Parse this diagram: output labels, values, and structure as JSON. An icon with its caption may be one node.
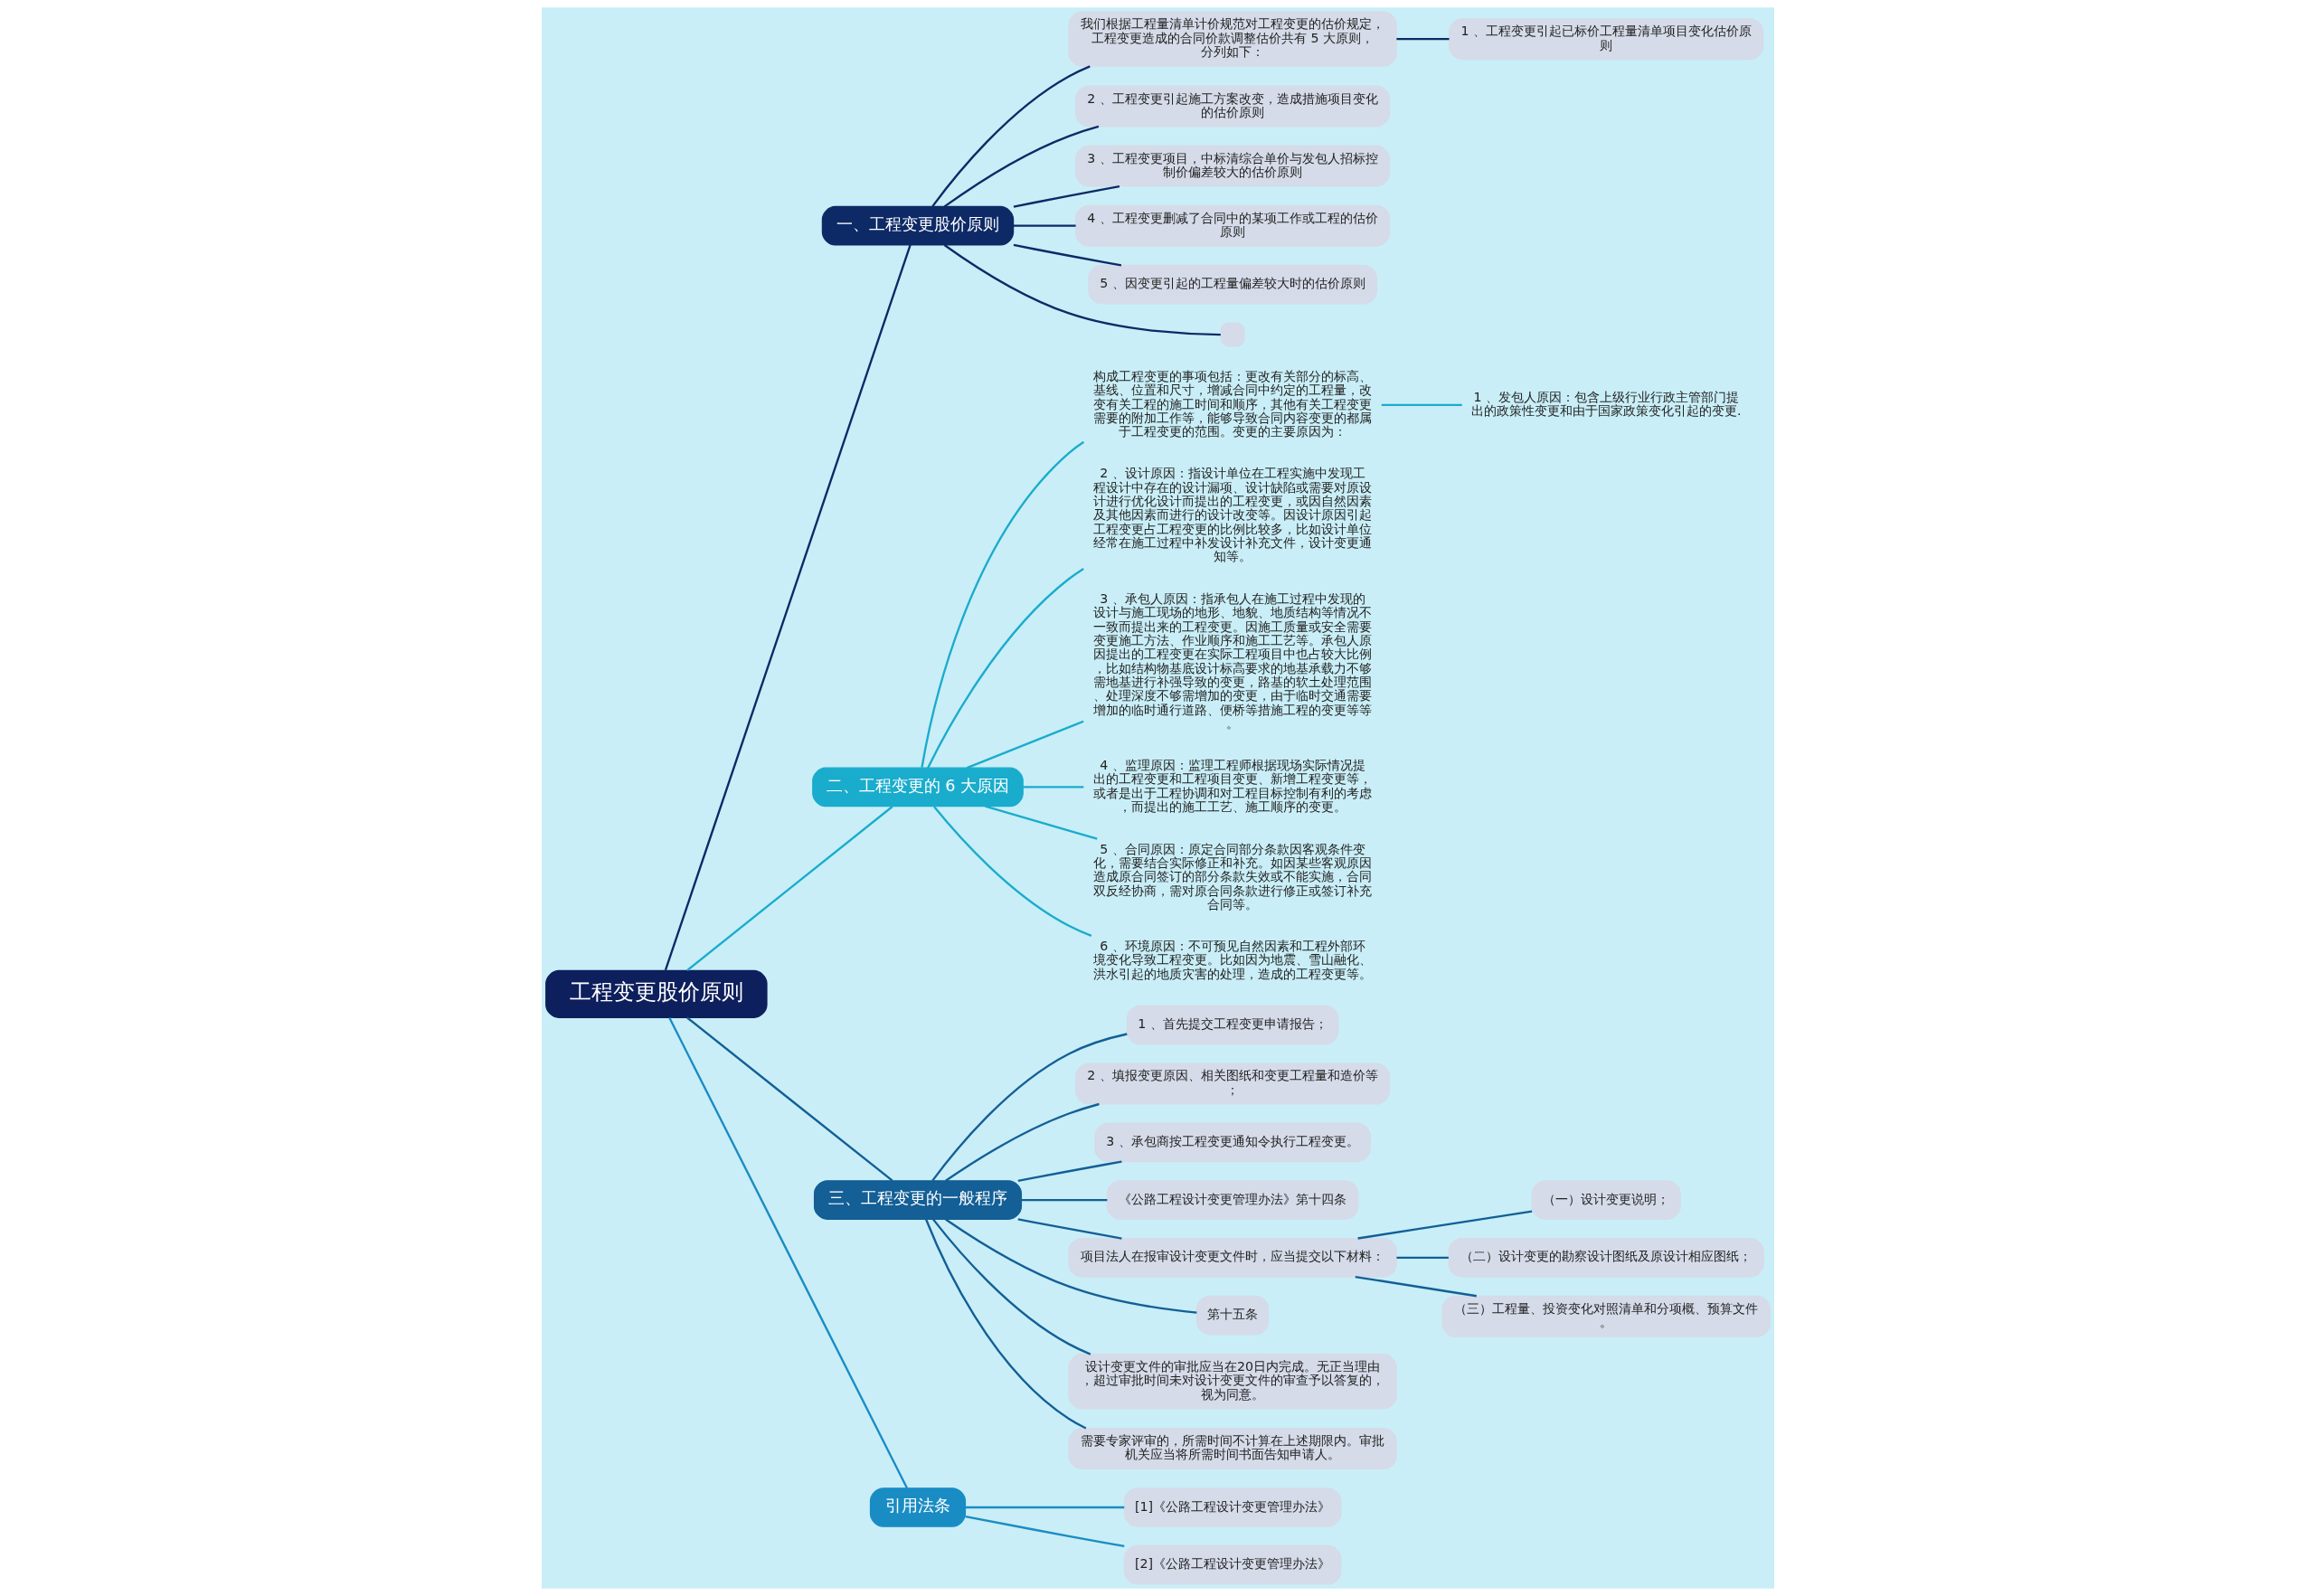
{
  "diagram": {
    "nodes": [
      {
        "text": [
          "工程变更股价原则"
        ]
      },
      {
        "text": [
          "一、工程变更股价原则"
        ]
      },
      {
        "text": [
          "我们根据工程量清单计价规范对工程变更的估价规定，工程变更造成的合同价款调整估价共有 5 大原则，分列如下："
        ]
      },
      {
        "text": [
          "1 、工程变更引起已标价工程量清单项目变化估价原则"
        ]
      },
      {
        "text": [
          "2 、工程变更引起施工方案改变，造成措施项目变化的估价原则"
        ]
      },
      {
        "text": [
          "3 、工程变更项目，中标清综合单价与发包人招标控制价偏差较大的估价原则"
        ]
      },
      {
        "text": [
          "4 、工程变更删减了合同中的某项工作或工程的估价原则"
        ]
      },
      {
        "text": [
          "5 、因变更引起的工程量偏差较大时的估价原则"
        ]
      },
      {
        "text": [],
        "shape": "box"
      },
      {
        "text": [
          "二、工程变更的 6 大原因"
        ]
      },
      {
        "text": [
          "构成工程变更的事项包括：更改有关部分的标高、基线、位置和尺寸，增减合同中约定的工程量，改变有关工程的施工时间和顺序，其他有关工程变更需要的附加工作等，能够导致合同内容变更的都属于工程变更的范围。变更的主要原因为："
        ]
      },
      {
        "text": [
          "1 、发包人原因：包含上级行业行政主管部门提出的政策性变更和由于国家政策变化引起的变更."
        ]
      },
      {
        "text": [
          "2 、设计原因：指设计单位在工程实施中发现工程设计中存在的设计漏项、设计缺陷或需要对原设计进行优化设计而提出的工程变更，或因自然因素及其他因素而进行的设计改变等。因设计原因引起工程变更占工程变更的比例比较多，比如设计单位经常在施工过程中补发设计补充文件，设计变更通知等。"
        ]
      },
      {
        "text": [
          "3 、承包人原因：指承包人在施工过程中发现的设计与施工现场的地形、地貌、地质结构等情况不一致而提出来的工程变更。因施工质量或安全需要变更施工方法、作业顺序和施工工艺等。承包人原因提出的工程变更在实际工程项目中也占较大比例，比如结构物基底设计标高要求的地基承载力不够需地基进行补强导致的变更，路基的软土处理范围、处理深度不够需增加的变更，由于临时交通需要增加的临时通行道路、便桥等措施工程的变更等等。"
        ]
      },
      {
        "text": [
          "4 、监理原因：监理工程师根据现场实际情况提出的工程变更和工程项目变更、新增工程变更等，或者是出于工程协调和对工程目标控制有利的考虑，而提出的施工工艺、施工顺序的变更。"
        ]
      },
      {
        "text": [
          "5 、合同原因：原定合同部分条款因客观条件变化，需要结合实际修正和补充。如因某些客观原因造成原合同签订的部分条款失效或不能实施，合同双反经协商，需对原合同条款进行修正或签订补充合同等。"
        ]
      },
      {
        "text": [
          "6 、环境原因：不可预见自然因素和工程外部环境变化导致工程变更。比如因为地震、雪山融化、洪水引起的地质灾害的处理，造成的工程变更等。"
        ]
      },
      {
        "text": [
          "三、工程变更的一般程序"
        ]
      },
      {
        "text": [
          "1 、首先提交工程变更申请报告；"
        ]
      },
      {
        "text": [
          "2 、填报变更原因、相关图纸和变更工程量和造价等；"
        ]
      },
      {
        "text": [
          "3 、承包商按工程变更通知令执行工程变更。"
        ]
      },
      {
        "text": [
          "《公路工程设计变更管理办法》第十四条"
        ]
      },
      {
        "text": [
          "项目法人在报审设计变更文件时，应当提交以下材料："
        ]
      },
      {
        "text": [
          "（一）设计变更说明；"
        ]
      },
      {
        "text": [
          "（二）设计变更的勘察设计图纸及原设计相应图纸；"
        ]
      },
      {
        "text": [
          "（三）工程量、投资变化对照清单和分项概、预算文件。"
        ]
      },
      {
        "text": [
          "第十五条"
        ]
      },
      {
        "text": [
          "设计变更文件的审批应当在20日内完成。无正当理由，超过审批时间未对设计变更文件的审查予以答复的，视为同意。"
        ]
      },
      {
        "text": [
          "需要专家评审的，所需时间不计算在上述期限内。审批机关应当将所需时间书面告知申请人。"
        ]
      },
      {
        "text": [
          "引用法条"
        ]
      },
      {
        "text": [
          "[1]《公路工程设计变更管理办法》"
        ]
      },
      {
        "text": [
          "[2]《公路工程设计变更管理办法》"
        ]
      }
    ],
    "edges": [
      {
        "from": 0,
        "to": 1,
        "arrow": "none",
        "color": "#0d2a66"
      },
      {
        "from": 1,
        "to": 2,
        "arrow": "none",
        "color": "#0d2a66"
      },
      {
        "from": 2,
        "to": 3,
        "arrow": "none",
        "color": "#0d2a66"
      },
      {
        "from": 1,
        "to": 4,
        "arrow": "none",
        "color": "#0d2a66"
      },
      {
        "from": 1,
        "to": 5,
        "arrow": "none",
        "color": "#0d2a66"
      },
      {
        "from": 1,
        "to": 6,
        "arrow": "none",
        "color": "#0d2a66"
      },
      {
        "from": 1,
        "to": 7,
        "arrow": "none",
        "color": "#0d2a66"
      },
      {
        "from": 1,
        "to": 8,
        "arrow": "none",
        "color": "#0d2a66"
      },
      {
        "from": 0,
        "to": 9,
        "arrow": "none",
        "color": "#1aaccc"
      },
      {
        "from": 9,
        "to": 10,
        "arrow": "none",
        "color": "#1aaccc"
      },
      {
        "from": 10,
        "to": 11,
        "arrow": "none",
        "color": "#1aaccc"
      },
      {
        "from": 9,
        "to": 12,
        "arrow": "none",
        "color": "#1aaccc"
      },
      {
        "from": 9,
        "to": 13,
        "arrow": "none",
        "color": "#1aaccc"
      },
      {
        "from": 9,
        "to": 14,
        "arrow": "none",
        "color": "#1aaccc"
      },
      {
        "from": 9,
        "to": 15,
        "arrow": "none",
        "color": "#1aaccc"
      },
      {
        "from": 9,
        "to": 16,
        "arrow": "none",
        "color": "#1aaccc"
      },
      {
        "from": 0,
        "to": 17,
        "arrow": "none",
        "color": "#135f96"
      },
      {
        "from": 17,
        "to": 18,
        "arrow": "none",
        "color": "#135f96"
      },
      {
        "from": 17,
        "to": 19,
        "arrow": "none",
        "color": "#135f96"
      },
      {
        "from": 17,
        "to": 20,
        "arrow": "none",
        "color": "#135f96"
      },
      {
        "from": 17,
        "to": 21,
        "arrow": "none",
        "color": "#135f96"
      },
      {
        "from": 17,
        "to": 22,
        "arrow": "none",
        "color": "#135f96"
      },
      {
        "from": 22,
        "to": 23,
        "arrow": "none",
        "color": "#135f96"
      },
      {
        "from": 22,
        "to": 24,
        "arrow": "none",
        "color": "#135f96"
      },
      {
        "from": 22,
        "to": 25,
        "arrow": "none",
        "color": "#135f96"
      },
      {
        "from": 17,
        "to": 26,
        "arrow": "none",
        "color": "#135f96"
      },
      {
        "from": 17,
        "to": 27,
        "arrow": "none",
        "color": "#135f96"
      },
      {
        "from": 17,
        "to": 28,
        "arrow": "none",
        "color": "#135f96"
      },
      {
        "from": 0,
        "to": 29,
        "arrow": "none",
        "color": "#1a8cc4"
      },
      {
        "from": 29,
        "to": 30,
        "arrow": "none",
        "color": "#1a8cc4"
      },
      {
        "from": 29,
        "to": 31,
        "arrow": "none",
        "color": "#1a8cc4"
      }
    ]
  }
}
